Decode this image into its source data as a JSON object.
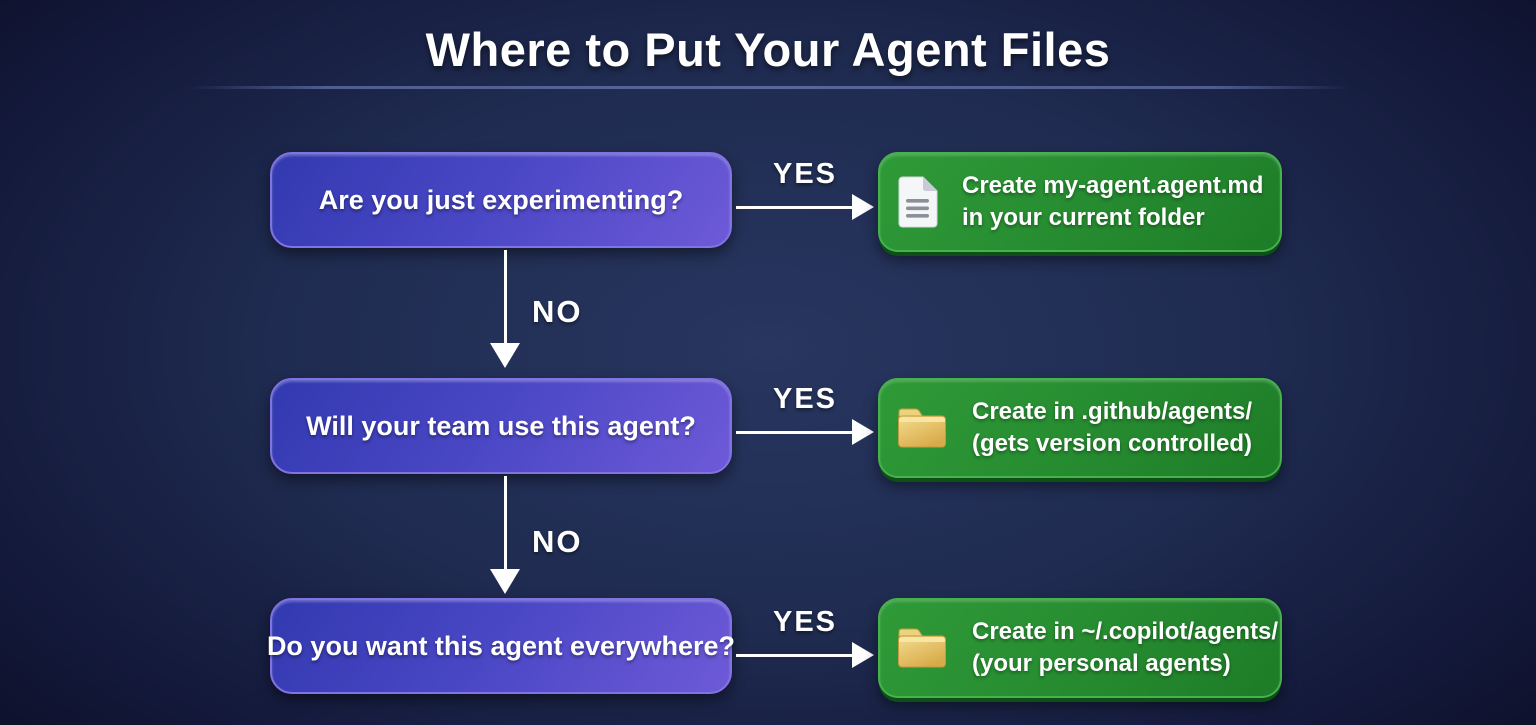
{
  "title": "Where to Put Your Agent Files",
  "colors": {
    "background_center": "#283660",
    "background_edge": "#0b0e26",
    "question_box_start": "#3239b0",
    "question_box_end": "#6e5ad8",
    "question_box_border": "#8173e2",
    "answer_box_start": "#2f9a38",
    "answer_box_end": "#1d7c27",
    "answer_box_border": "#46b24c",
    "arrow": "#ffffff",
    "divider": "#5a669c",
    "title_text": "#ffffff",
    "folder_icon": "#e9c96c",
    "document_icon": "#f4f6f8"
  },
  "flow": {
    "rows": [
      {
        "question": "Are you just experimenting?",
        "yes_label": "YES",
        "no_label": "NO",
        "icon": "document-icon",
        "result_line1": "Create my-agent.agent.md",
        "result_line2": "in your current folder"
      },
      {
        "question": "Will your team use this agent?",
        "yes_label": "YES",
        "no_label": "NO",
        "icon": "folder-icon",
        "result_line1": "Create in .github/agents/",
        "result_line2": "(gets version controlled)"
      },
      {
        "question": "Do you want this agent everywhere?",
        "yes_label": "YES",
        "icon": "folder-icon",
        "result_line1": "Create in ~/.copilot/agents/",
        "result_line2": "(your personal agents)"
      }
    ]
  }
}
